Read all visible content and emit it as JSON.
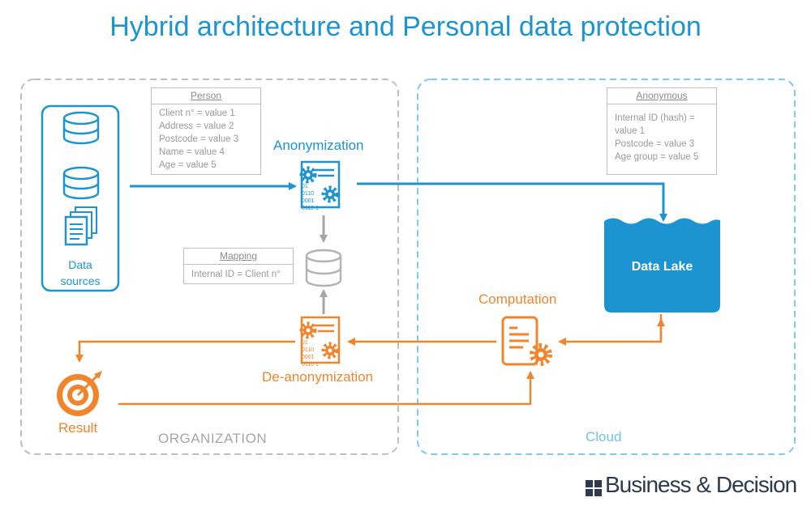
{
  "title": "Hybrid architecture and Personal data protection",
  "zones": {
    "organization": "ORGANIZATION",
    "cloud": "Cloud"
  },
  "data_sources": {
    "label_line1": "Data",
    "label_line2": "sources"
  },
  "person_box": {
    "title": "Person",
    "lines": [
      "Client n° = value 1",
      "Address = value 2",
      "Postcode = value 3",
      "Name = value 4",
      "Age = value 5"
    ]
  },
  "anonymous_box": {
    "title": "Anonymous",
    "lines": [
      "Internal ID (hash) =",
      "value 1",
      "Postcode = value 3",
      "Age group = value 5"
    ]
  },
  "mapping_box": {
    "title": "Mapping",
    "lines": [
      "Internal ID = Client n°"
    ]
  },
  "nodes": {
    "anonymization": "Anonymization",
    "deanonymization": "De-anonymization",
    "computation": "Computation",
    "result": "Result",
    "data_lake": "Data Lake"
  },
  "binary_text": [
    "01",
    "0110",
    "0001",
    "0110 1"
  ],
  "logo": "Business & Decision",
  "colors": {
    "blue": "#1c94d2",
    "orange": "#f0852d",
    "gray": "#a6a6a6",
    "light_blue": "#6ec3ea",
    "dark": "#2e3a4f"
  },
  "icons": [
    "database-icon",
    "documents-icon",
    "processing-gears-icon",
    "computation-document-gear-icon",
    "target-icon",
    "data-lake-icon"
  ]
}
